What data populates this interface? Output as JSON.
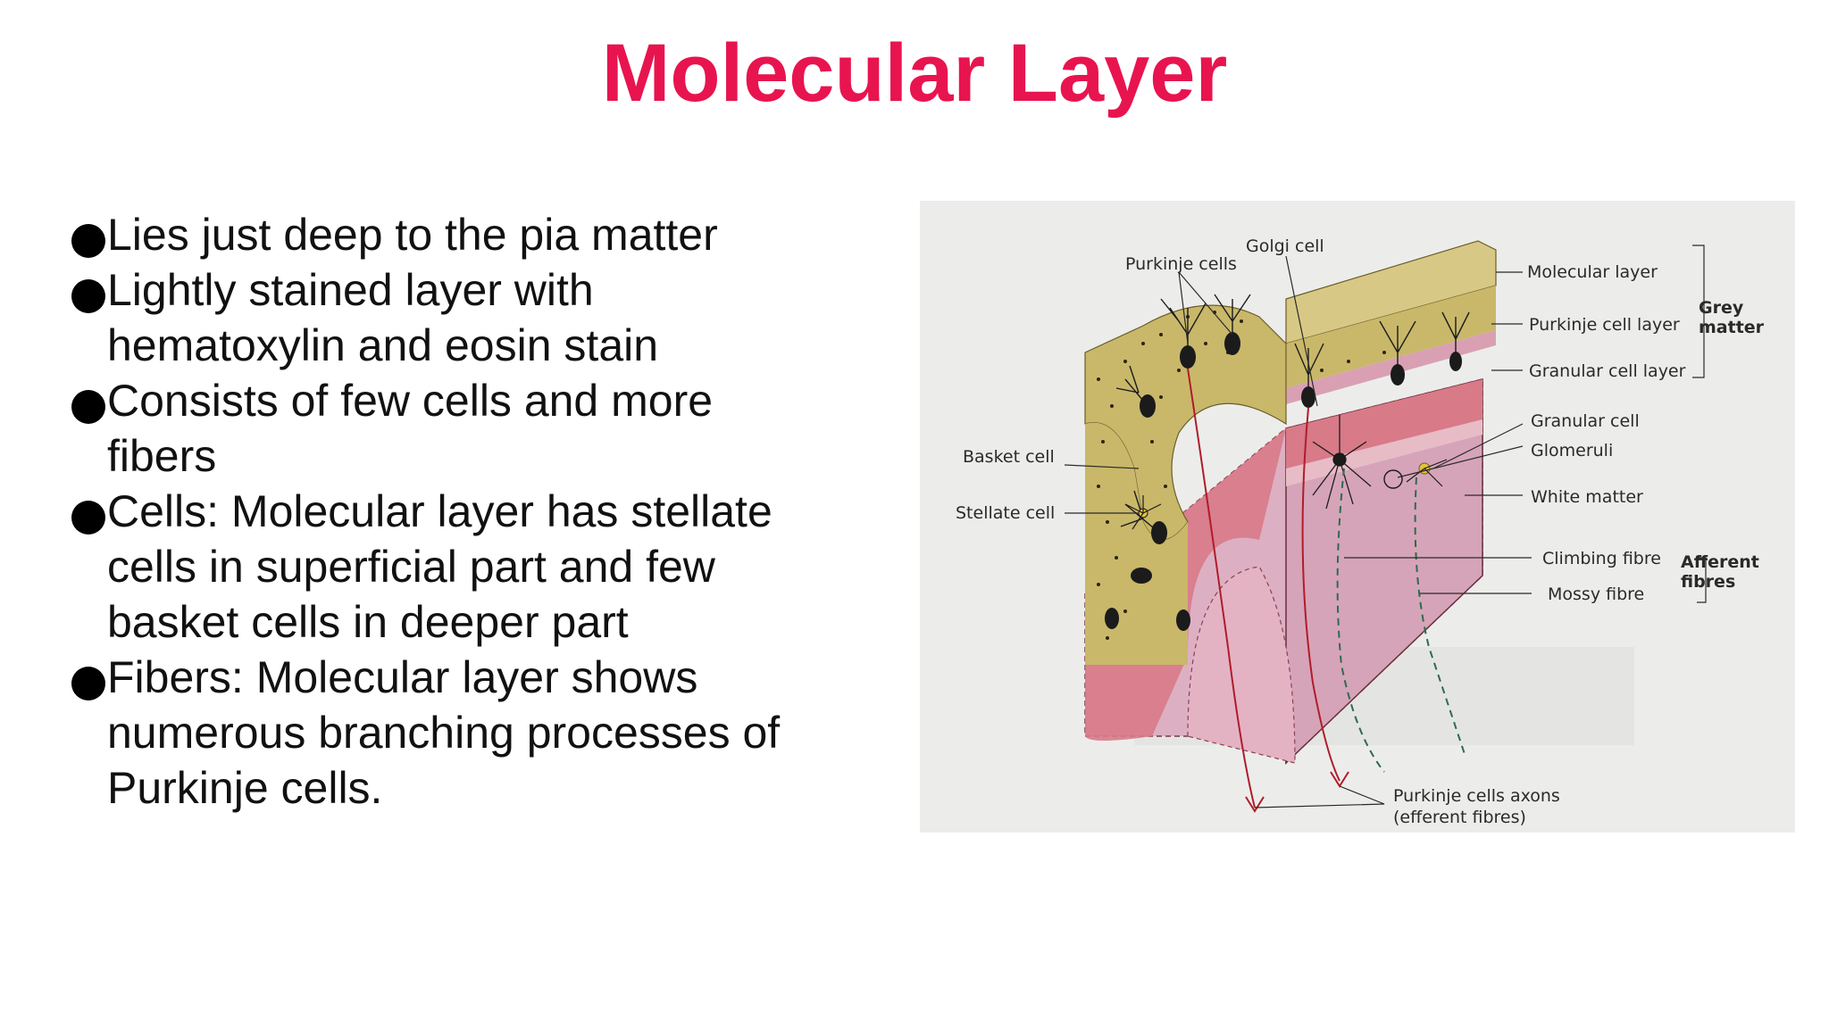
{
  "slide": {
    "title": "Molecular Layer",
    "bullets": [
      {
        "line1": "Lies just deep to the pia matter",
        "rest": []
      },
      {
        "line1": "Lightly stained layer with",
        "rest": [
          "hematoxylin and eosin stain"
        ]
      },
      {
        "line1": "Consists of few cells and more",
        "rest": [
          "fibers"
        ]
      },
      {
        "line1": "Cells: Molecular layer has stellate",
        "rest": [
          "cells in superficial part and few",
          "basket cells in deeper part"
        ]
      },
      {
        "line1": "Fibers: Molecular layer shows",
        "rest": [
          "numerous branching processes of",
          "Purkinje cells."
        ]
      }
    ]
  },
  "figure": {
    "labels": {
      "purkinje_cells": "Purkinje cells",
      "golgi_cell": "Golgi cell",
      "molecular_layer": "Molecular layer",
      "purkinje_cell_layer": "Purkinje cell layer",
      "granular_cell_layer": "Granular cell layer",
      "grey_matter_1": "Grey",
      "grey_matter_2": "matter",
      "granular_cell": "Granular cell",
      "glomeruli": "Glomeruli",
      "white_matter": "White matter",
      "climbing_fibre": "Climbing fibre",
      "mossy_fibre": "Mossy fibre",
      "afferent_1": "Afferent",
      "afferent_2": "fibres",
      "basket_cell": "Basket cell",
      "stellate_cell": "Stellate cell",
      "axons_1": "Purkinje cells axons",
      "axons_2": "(efferent fibres)"
    },
    "colors": {
      "molecular": "#c9b86a",
      "granular": "#d97a86",
      "white_matter": "#d9a0b4",
      "purkinje_band": "#e7bcc7",
      "efferent_fibre": "#b01c2a",
      "afferent_fibre": "#2e6b4e"
    }
  }
}
